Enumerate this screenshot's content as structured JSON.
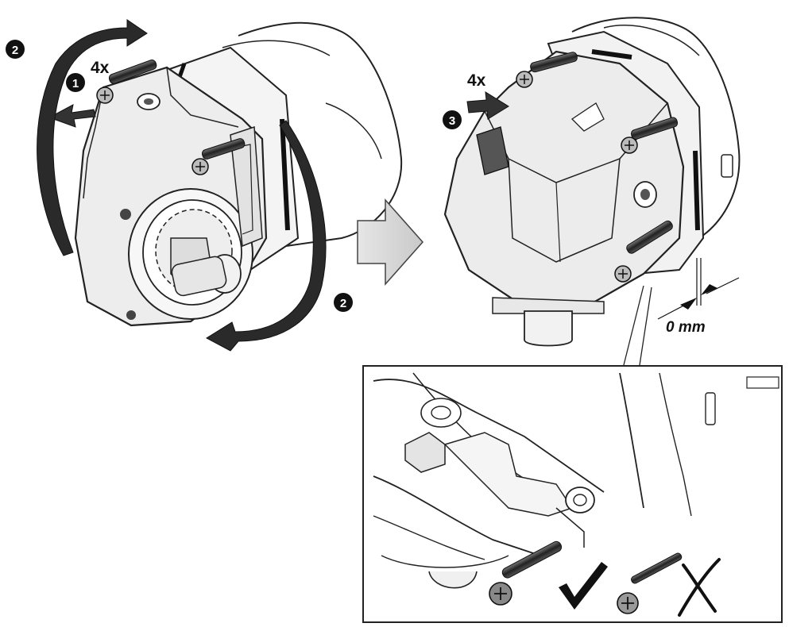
{
  "labels": {
    "qty_left": "4x",
    "qty_right": "4x",
    "gap": "0 mm"
  },
  "steps": {
    "step1": "1",
    "step2_top": "2",
    "step2_bottom": "2",
    "step3": "3"
  },
  "marks": {
    "correct": "check-icon",
    "wrong": "cross-icon"
  }
}
